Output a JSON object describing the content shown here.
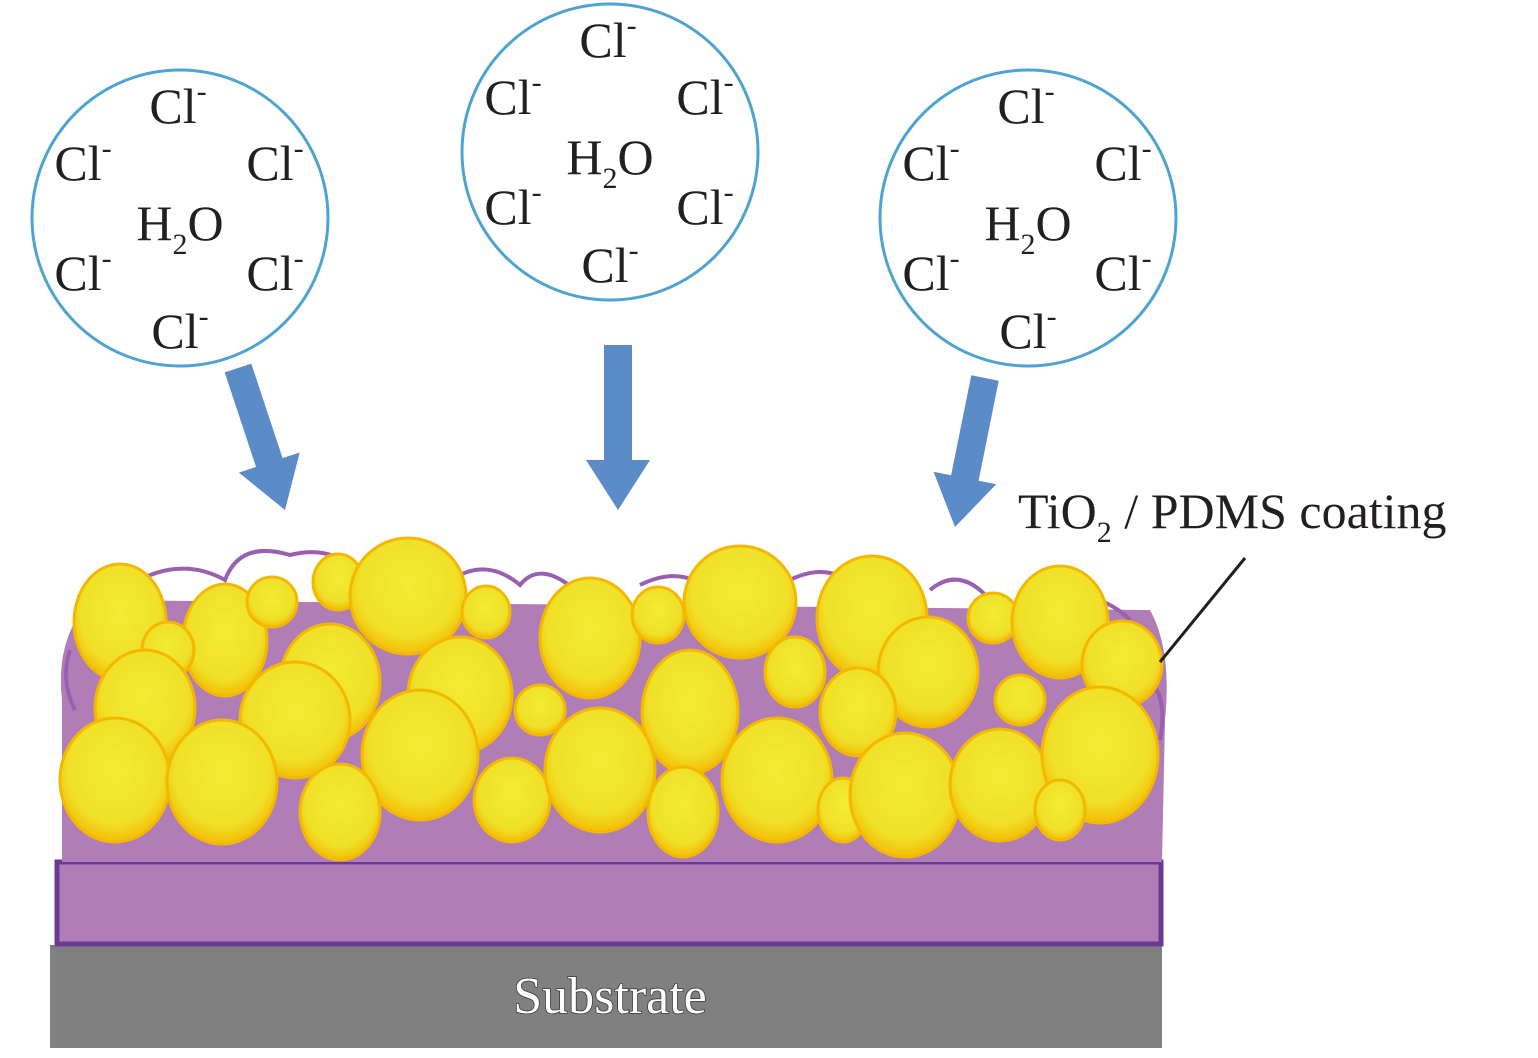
{
  "clusters": [
    {
      "ions": [
        "Cl-",
        "Cl-",
        "Cl-",
        "Cl-",
        "Cl-",
        "Cl-"
      ],
      "molecule": "H2O"
    },
    {
      "ions": [
        "Cl-",
        "Cl-",
        "Cl-",
        "Cl-",
        "Cl-",
        "Cl-"
      ],
      "molecule": "H2O"
    },
    {
      "ions": [
        "Cl-",
        "Cl-",
        "Cl-",
        "Cl-",
        "Cl-",
        "Cl-"
      ],
      "molecule": "H2O"
    }
  ],
  "ion_symbol": "Cl",
  "ion_charge": "-",
  "molecule": {
    "h": "H",
    "sub": "2",
    "o": "O"
  },
  "coating_label": {
    "pre": "TiO",
    "sub": "2",
    "post": " / PDMS coating"
  },
  "substrate_label": "Substrate",
  "colors": {
    "circle_stroke": "#4fa3d1",
    "arrow": "#5b8cc7",
    "coating": "#b07db7",
    "coating_border": "#6b3a94",
    "particle": "#f2e62b",
    "particle_edge": "#f5b800",
    "substrate": "#808080"
  }
}
